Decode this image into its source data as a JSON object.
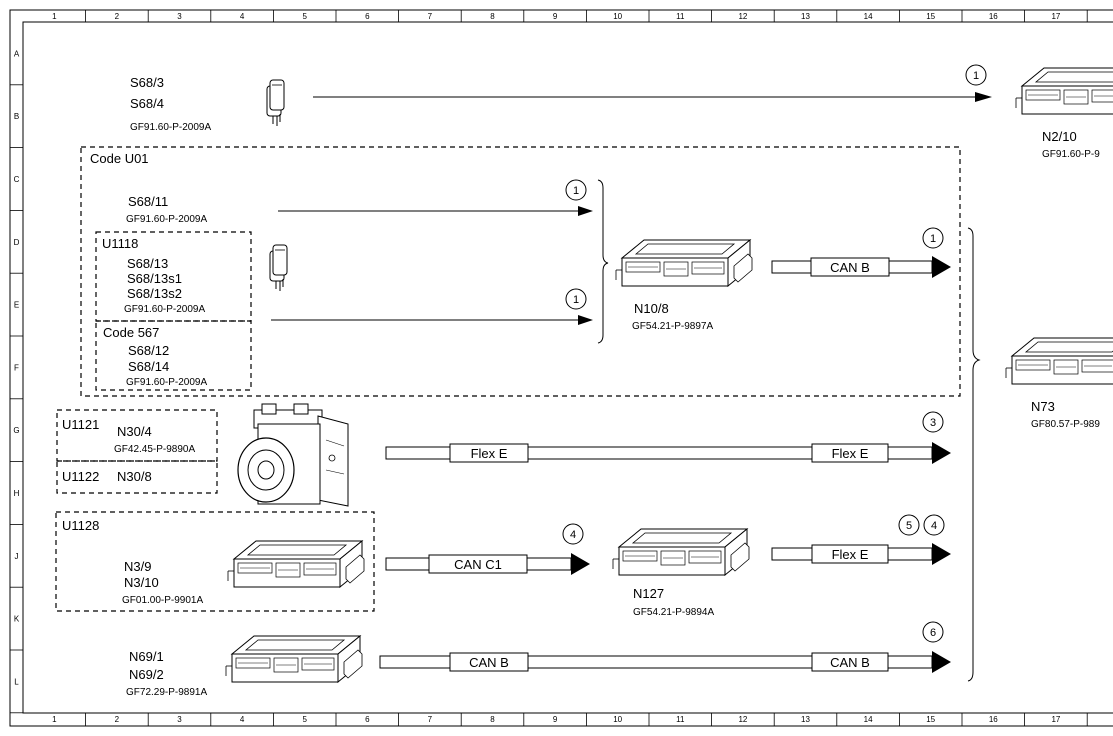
{
  "grid": {
    "columns": [
      "1",
      "2",
      "3",
      "4",
      "5",
      "6",
      "7",
      "8",
      "9",
      "10",
      "11",
      "12",
      "13",
      "14",
      "15",
      "16",
      "17"
    ],
    "rows": [
      "A",
      "B",
      "C",
      "D",
      "E",
      "F",
      "G",
      "H",
      "J",
      "K",
      "L"
    ]
  },
  "labels": {
    "s68_3": "S68/3",
    "s68_4": "S68/4",
    "s68_top_ref": "GF91.60-P-2009A",
    "n2_10": "N2/10",
    "n2_10_ref": "GF91.60-P-9",
    "code_u01": "Code U01",
    "s68_11": "S68/11",
    "s68_11_ref": "GF91.60-P-2009A",
    "u1118": "U1118",
    "s68_13": "S68/13",
    "s68_13s1": "S68/13s1",
    "s68_13s2": "S68/13s2",
    "u1118_ref": "GF91.60-P-2009A",
    "code_567": "Code 567",
    "s68_12": "S68/12",
    "s68_14": "S68/14",
    "code567_ref": "GF91.60-P-2009A",
    "n10_8": "N10/8",
    "n10_8_ref": "GF54.21-P-9897A",
    "n73": "N73",
    "n73_ref": "GF80.57-P-989",
    "u1121": "U1121",
    "n30_4": "N30/4",
    "n30_4_ref": "GF42.45-P-9890A",
    "u1122": "U1122",
    "n30_8": "N30/8",
    "u1128": "U1128",
    "n3_9": "N3/9",
    "n3_10": "N3/10",
    "n3_ref": "GF01.00-P-9901A",
    "n127": "N127",
    "n127_ref": "GF54.21-P-9894A",
    "n69_1": "N69/1",
    "n69_2": "N69/2",
    "n69_ref": "GF72.29-P-9891A"
  },
  "bus": {
    "can_b_n10": "CAN B",
    "flex_e_left": "Flex E",
    "flex_e_right": "Flex E",
    "can_c1": "CAN C1",
    "flex_e_n127": "Flex E",
    "can_b_left": "CAN B",
    "can_b_right": "CAN B"
  },
  "callouts": {
    "c_top": "1",
    "c_s68_11": "1",
    "c_u1118": "1",
    "c_n10_8": "1",
    "c_flex": "3",
    "c_can_c1": "4",
    "c_n127_5": "5",
    "c_n127_4": "4",
    "c_can_b": "6"
  },
  "colors": {
    "line": "#000000",
    "background": "#ffffff"
  }
}
